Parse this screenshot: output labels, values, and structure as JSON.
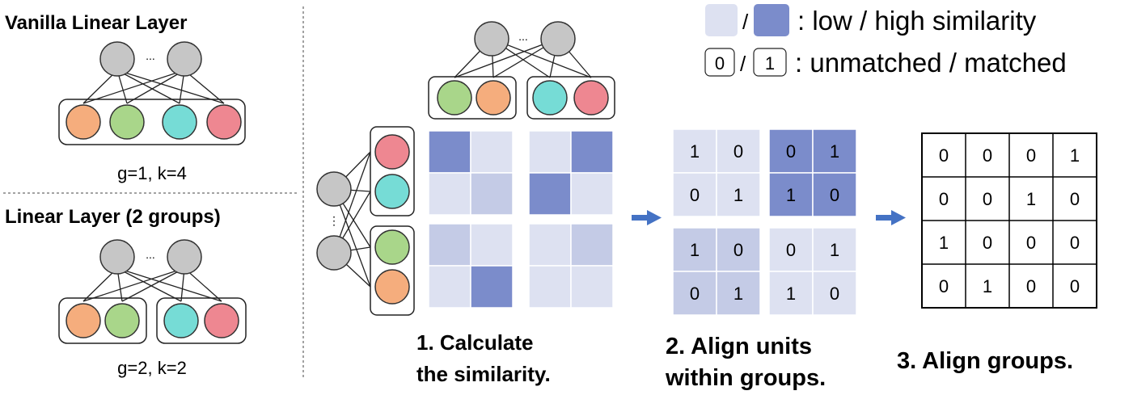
{
  "colors": {
    "orange": "#f5ad7d",
    "green": "#a9d68a",
    "cyan": "#76dcd6",
    "pink": "#ee8791",
    "gray": "#c6c6c6",
    "low_similarity": "#dde1f1",
    "mid_similarity": "#c4cbe6",
    "high_similarity": "#7b8ccb",
    "arrow": "#4472c4"
  },
  "left": {
    "vanilla_title": "Vanilla Linear Layer",
    "vanilla_caption": "g=1, k=4",
    "grouped_title": "Linear Layer (2 groups)",
    "grouped_caption": "g=2, k=2",
    "ellipsis": "..."
  },
  "legend": {
    "slash": "/",
    "similarity_label": ": low / high similarity",
    "zero": "0",
    "one": "1",
    "match_label": ": unmatched / matched"
  },
  "steps": {
    "step1_line1": "1. Calculate",
    "step1_line2": "the similarity.",
    "step2_line1": "2. Align units",
    "step2_line2": "within groups.",
    "step3": "3. Align groups."
  },
  "similarity_matrices": [
    {
      "levels": [
        "high",
        "low",
        "low",
        "mid"
      ]
    },
    {
      "levels": [
        "low",
        "high",
        "high",
        "low"
      ]
    },
    {
      "levels": [
        "mid",
        "low",
        "low",
        "high"
      ]
    },
    {
      "levels": [
        "low",
        "mid",
        "low",
        "low"
      ]
    }
  ],
  "aligned_matrices": [
    {
      "values": [
        "1",
        "0",
        "0",
        "1"
      ],
      "shade": "light"
    },
    {
      "values": [
        "0",
        "1",
        "1",
        "0"
      ],
      "shade": "dark"
    },
    {
      "values": [
        "1",
        "0",
        "0",
        "1"
      ],
      "shade": "medium"
    },
    {
      "values": [
        "0",
        "1",
        "1",
        "0"
      ],
      "shade": "light"
    }
  ],
  "group_matrix": [
    [
      "0",
      "0",
      "0",
      "1"
    ],
    [
      "0",
      "0",
      "1",
      "0"
    ],
    [
      "1",
      "0",
      "0",
      "0"
    ],
    [
      "0",
      "1",
      "0",
      "0"
    ]
  ]
}
